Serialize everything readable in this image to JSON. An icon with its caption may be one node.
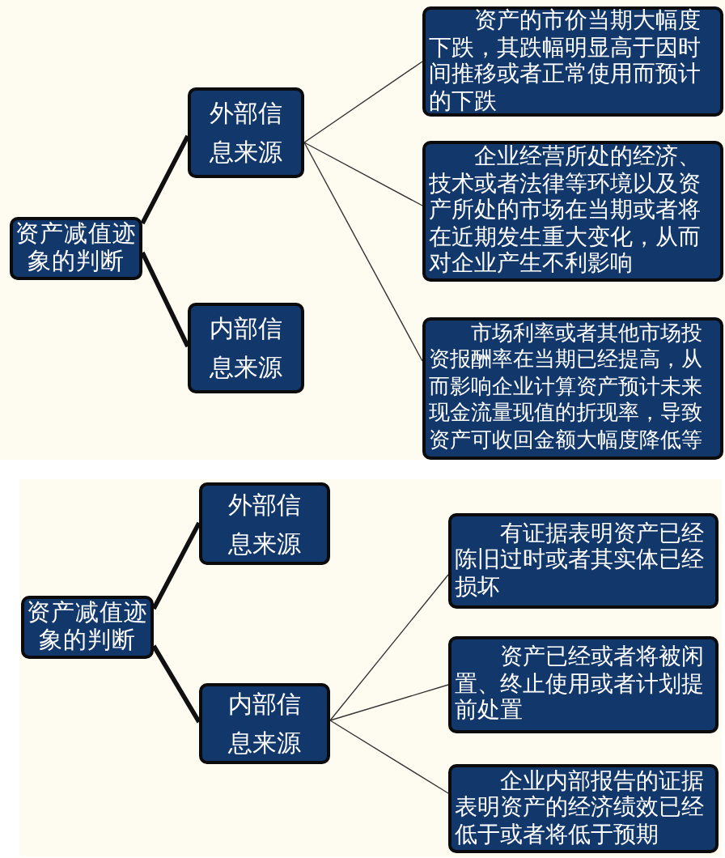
{
  "diagram": {
    "nodes": [
      {
        "text": [
          "资产减值迹象的判断"
        ]
      },
      {
        "text": [
          "外部信息来源"
        ]
      },
      {
        "text": [
          "内部信息来源"
        ]
      },
      {
        "text": [
          "资产的市价当期大幅度下跌，其跌幅明显高于因时间推移或者正常使用而预计的下跌"
        ]
      },
      {
        "text": [
          "企业经营所处的经济、技术或者法律等环境以及资产所处的市场在当期或者将在近期发生重大变化，从而对企业产生不利影响"
        ]
      },
      {
        "text": [
          "市场利率或者其他市场投资报酬率在当期已经提高，从而影响企业计算资产预计未来现金流量现值的折现率，导致资产可收回金额大幅度降低等"
        ]
      },
      {
        "text": [
          "资产减值迹象的判断"
        ]
      },
      {
        "text": [
          "外部信息来源"
        ]
      },
      {
        "text": [
          "内部信息来源"
        ]
      },
      {
        "text": [
          "有证据表明资产已经陈旧过时或者其实体已经损坏"
        ]
      },
      {
        "text": [
          "资产已经或者将被闲置、终止使用或者计划提前处置"
        ]
      },
      {
        "text": [
          "企业内部报告的证据表明资产的经济绩效已经低于或者将低于预期"
        ]
      }
    ],
    "edges": [
      {
        "from": 0,
        "to": 1,
        "arrow": "none",
        "style": "thick"
      },
      {
        "from": 0,
        "to": 2,
        "arrow": "none",
        "style": "thick"
      },
      {
        "from": 1,
        "to": 3,
        "arrow": "none"
      },
      {
        "from": 1,
        "to": 4,
        "arrow": "none"
      },
      {
        "from": 1,
        "to": 5,
        "arrow": "none"
      },
      {
        "from": 6,
        "to": 7,
        "arrow": "none",
        "style": "thick"
      },
      {
        "from": 6,
        "to": 8,
        "arrow": "none",
        "style": "thick"
      },
      {
        "from": 8,
        "to": 9,
        "arrow": "none"
      },
      {
        "from": 8,
        "to": 10,
        "arrow": "none"
      },
      {
        "from": 8,
        "to": 11,
        "arrow": "none"
      }
    ]
  }
}
